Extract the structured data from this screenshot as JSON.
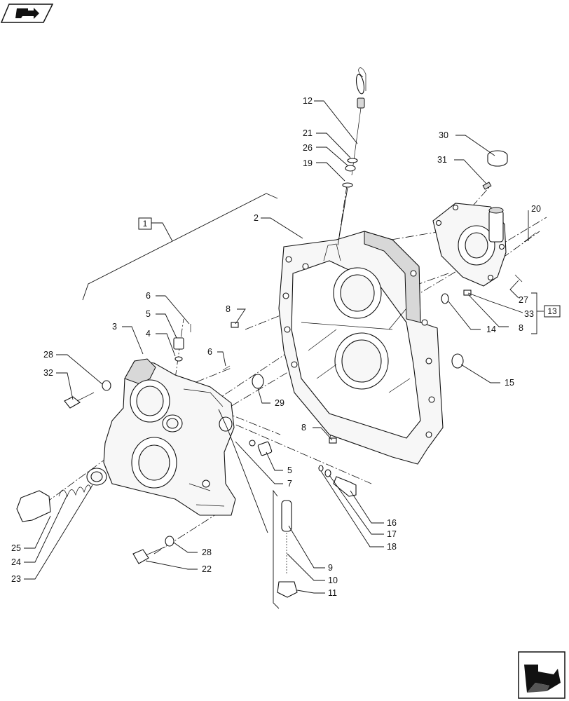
{
  "callouts": {
    "c1": "1",
    "c2": "2",
    "c3": "3",
    "c4": "4",
    "c5a": "5",
    "c5b": "5",
    "c6a": "6",
    "c6b": "6",
    "c7": "7",
    "c8a": "8",
    "c8b": "8",
    "c8c": "8",
    "c9": "9",
    "c10": "10",
    "c11": "11",
    "c12": "12",
    "c13": "13",
    "c14": "14",
    "c15": "15",
    "c16": "16",
    "c17": "17",
    "c18": "18",
    "c19": "19",
    "c20": "20",
    "c21": "21",
    "c22": "22",
    "c23": "23",
    "c24": "24",
    "c25": "25",
    "c26": "26",
    "c27": "27",
    "c28a": "28",
    "c28b": "28",
    "c29": "29",
    "c30": "30",
    "c31": "31",
    "c32": "32",
    "c33": "33"
  },
  "icons": {
    "top_left": "book-arrow-icon",
    "bottom_right": "next-page-arrow-icon"
  }
}
